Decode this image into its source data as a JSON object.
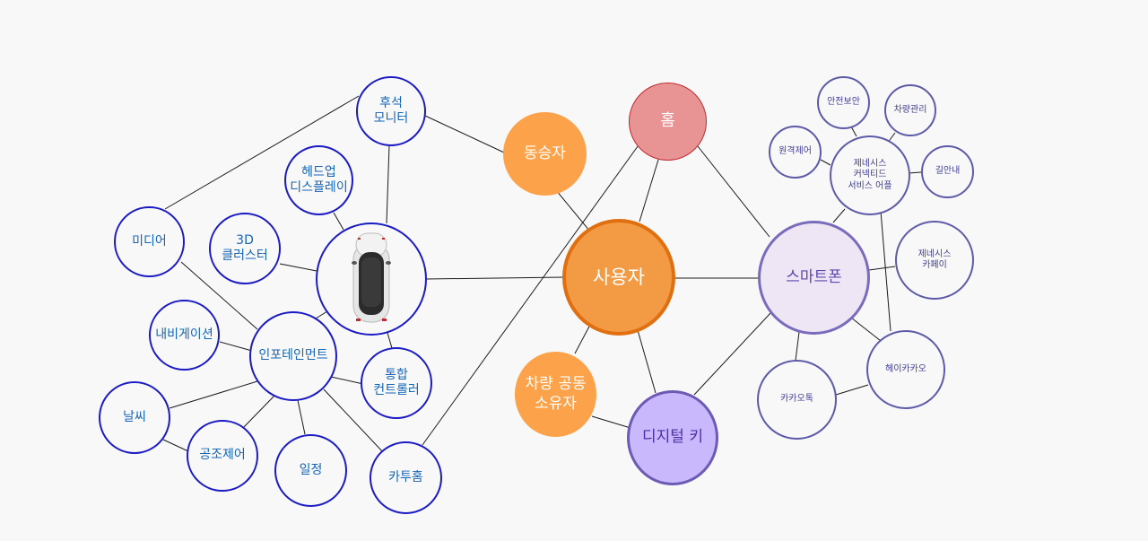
{
  "nodes": {
    "user": "사용자",
    "passenger": "동승자",
    "home": "홈",
    "smartphone": "스마트폰",
    "digital_key": "디지털 키",
    "car_share": "차량 공동\n소유자",
    "rear_monitor": "후석\n모니터",
    "hud": "헤드업\n디스플레이",
    "cluster_3d": "3D\n클러스터",
    "media": "미디어",
    "navigation": "내비게이션",
    "infotainment": "인포테인먼트",
    "integrated_controller": "통합\n컨트롤러",
    "weather": "날씨",
    "climate": "공조제어",
    "schedule": "일정",
    "car_to_home": "카투홈",
    "security": "안전보안",
    "vehicle_mgmt": "차량관리",
    "remote": "원격제어",
    "genesis_app": "제네시스\n커넥티드\n서비스 어플",
    "directions": "길안내",
    "genesis_pay": "제네시스\n카페이",
    "hey_kakao": "헤이카카오",
    "kakao_talk": "카카오톡"
  },
  "colors": {
    "blue_border": "#1b1bc4",
    "blue_text": "#1565b8",
    "purple_border": "#5d5ba8",
    "hub_orange": "#f39a45",
    "orange": "#fba24a",
    "home_red": "#e89494",
    "phone_lilac": "#efe6f5",
    "digital_key_violet": "#c9b8fb"
  },
  "icons": {
    "car": "car-top-view-icon"
  }
}
